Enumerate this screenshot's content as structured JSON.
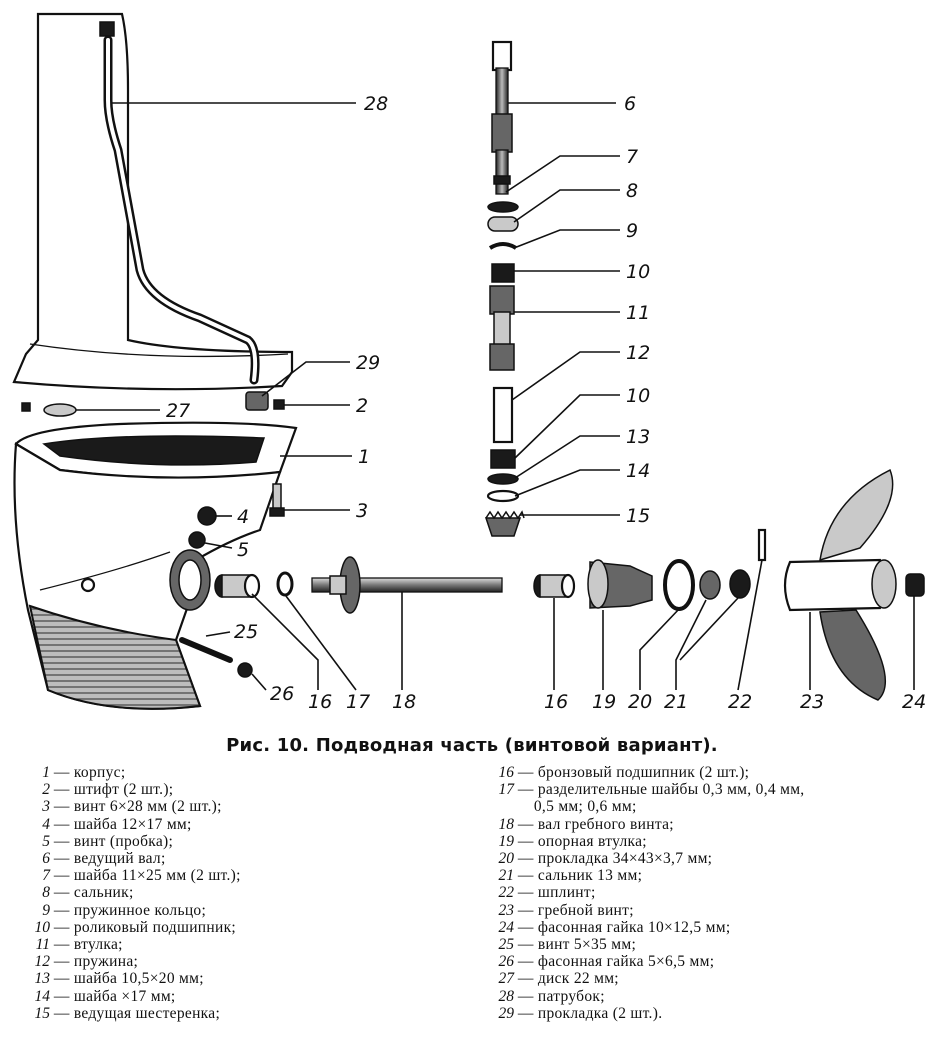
{
  "caption": "Рис. 10. Подводная часть (винтовой вариант).",
  "callouts": {
    "c1": "1",
    "c2": "2",
    "c3": "3",
    "c4": "4",
    "c5": "5",
    "c6": "6",
    "c7": "7",
    "c8": "8",
    "c9": "9",
    "c10a": "10",
    "c11": "11",
    "c12": "12",
    "c10b": "10",
    "c13": "13",
    "c14": "14",
    "c15": "15",
    "c16a": "16",
    "c17": "17",
    "c18": "18",
    "c16b": "16",
    "c19": "19",
    "c20": "20",
    "c21": "21",
    "c22": "22",
    "c23": "23",
    "c24": "24",
    "c25": "25",
    "c26": "26",
    "c27": "27",
    "c28": "28",
    "c29": "29"
  },
  "legend_left": [
    {
      "num": "1",
      "text": "— корпус;"
    },
    {
      "num": "2",
      "text": "— штифт  (2  шт.);"
    },
    {
      "num": "3",
      "text": "— винт 6×28 мм (2 шт.);"
    },
    {
      "num": "4",
      "text": "— шайба 12×17 мм;"
    },
    {
      "num": "5",
      "text": "— винт (пробка);"
    },
    {
      "num": "6",
      "text": "— ведущий вал;"
    },
    {
      "num": "7",
      "text": "— шайба  11×25  мм  (2  шт.);"
    },
    {
      "num": "8",
      "text": "— сальник;"
    },
    {
      "num": "9",
      "text": "— пружинное кольцо;"
    },
    {
      "num": "10",
      "text": "— роликовый подшипник;"
    },
    {
      "num": "11",
      "text": "— втулка;"
    },
    {
      "num": "12",
      "text": "— пружина;"
    },
    {
      "num": "13",
      "text": "— шайба 10,5×20 мм;"
    },
    {
      "num": "14",
      "text": "— шайба ×17 мм;"
    },
    {
      "num": "15",
      "text": "— ведущая шестеренка;"
    }
  ],
  "legend_right": [
    {
      "num": "16",
      "text": "— бронзовый  подшипник  (2  шт.);"
    },
    {
      "num": "17",
      "text": "— разделительные шайбы 0,3 мм, 0,4 мм,"
    },
    {
      "num": "",
      "text": "0,5 мм; 0,6 мм;"
    },
    {
      "num": "18",
      "text": "— вал гребного винта;"
    },
    {
      "num": "19",
      "text": "— опорная втулка;"
    },
    {
      "num": "20",
      "text": "— прокладка  34×43×3,7  мм;"
    },
    {
      "num": "21",
      "text": "— сальник 13 мм;"
    },
    {
      "num": "22",
      "text": "— шплинт;"
    },
    {
      "num": "23",
      "text": "— гребной винт;"
    },
    {
      "num": "24",
      "text": "— фасонная  гайка  10×12,5  мм;"
    },
    {
      "num": "25",
      "text": "— винт 5×35 мм;"
    },
    {
      "num": "26",
      "text": "— фасонная  гайка  5×6,5  мм;"
    },
    {
      "num": "27",
      "text": "— диск 22 мм;"
    },
    {
      "num": "28",
      "text": "— патрубок;"
    },
    {
      "num": "29",
      "text": "— прокладка (2 шт.)."
    }
  ]
}
